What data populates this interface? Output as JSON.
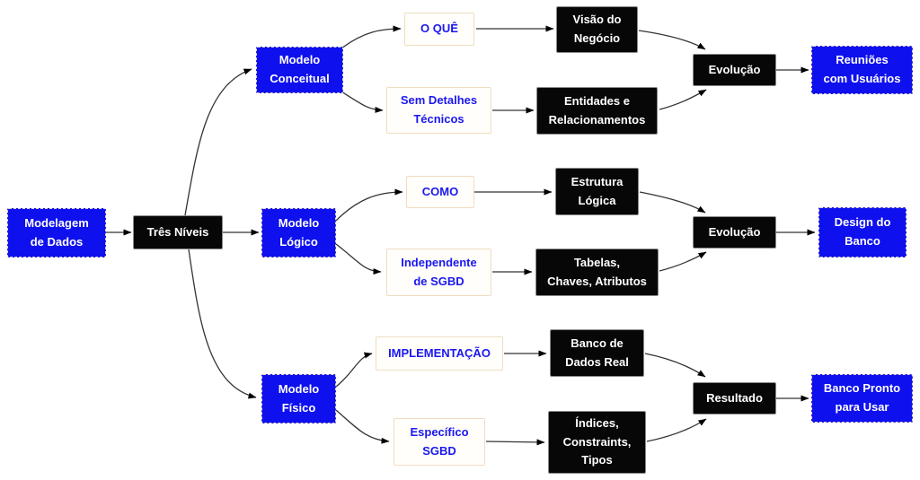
{
  "colors": {
    "node_blue": "#0f10ee",
    "node_black": "#070707",
    "box_border_cream": "#f0ddc0",
    "text_blue": "#1b17f0",
    "text_white": "#ffffff",
    "arrow_black": "#333333",
    "background": "#ffffff"
  },
  "nodes": {
    "modelagem": {
      "label": "Modelagem\nde Dados"
    },
    "tres_niveis": {
      "label": "Três Níveis"
    },
    "conceitual": {
      "label": "Modelo\nConceitual"
    },
    "o_que": {
      "label": "O QUÊ"
    },
    "visao": {
      "label": "Visão do\nNegócio"
    },
    "sem_detalhes": {
      "label": "Sem Detalhes\nTécnicos"
    },
    "entidades": {
      "label": "Entidades e\nRelacionamentos"
    },
    "evolucao_1": {
      "label": "Evolução"
    },
    "reunioes": {
      "label": "Reuniões\ncom Usuários"
    },
    "logico": {
      "label": "Modelo\nLógico"
    },
    "como": {
      "label": "COMO"
    },
    "estrutura": {
      "label": "Estrutura\nLógica"
    },
    "independente": {
      "label": "Independente\nde SGBD"
    },
    "tabelas": {
      "label": "Tabelas,\nChaves, Atributos"
    },
    "evolucao_2": {
      "label": "Evolução"
    },
    "design": {
      "label": "Design do\nBanco"
    },
    "fisico": {
      "label": "Modelo\nFísico"
    },
    "implementacao": {
      "label": "IMPLEMENTAÇÃO"
    },
    "banco_real": {
      "label": "Banco de\nDados Real"
    },
    "especifico": {
      "label": "Específico\nSGBD"
    },
    "indices": {
      "label": "Índices,\nConstraints,\nTipos"
    },
    "resultado": {
      "label": "Resultado"
    },
    "banco_pronto": {
      "label": "Banco Pronto\npara Usar"
    }
  }
}
